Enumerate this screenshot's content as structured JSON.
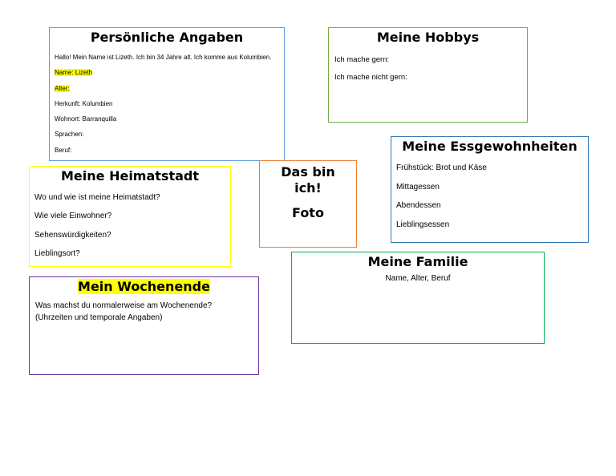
{
  "personal": {
    "title": "Persönliche Angaben",
    "intro": "Hallo! Mein Name ist Lizeth. Ich bin 34 Jahre alt. Ich komme aus Kolumbien.",
    "name": "Name: Lizeth",
    "alter": "Alter:",
    "herkunft": "Herkunft: Kolumbien",
    "wohnort": "Wohnort: Barranquilla",
    "sprachen": "Sprachen:",
    "beruf": "Beruf:"
  },
  "hobbys": {
    "title": "Meine Hobbys",
    "line1": "Ich mache gern:",
    "line2": "Ich mache nicht gern:"
  },
  "essen": {
    "title": "Meine Essgewohnheiten",
    "items": [
      "Frühstück: Brot und Käse",
      "Mittagessen",
      "Abendessen",
      "Lieblingsessen"
    ]
  },
  "foto": {
    "line1": "Das bin",
    "line2": "ich!",
    "line3": "Foto"
  },
  "heimat": {
    "title": "Meine Heimatstadt",
    "items": [
      "Wo und wie ist meine Heimatstadt?",
      "Wie viele Einwohner?",
      "Sehenswürdigkeiten?",
      "Lieblingsort?"
    ]
  },
  "familie": {
    "title": "Meine Familie",
    "subtitle": "Name, Alter, Beruf"
  },
  "wochenende": {
    "title": "Mein Wochenende",
    "line1": "Was machst du normalerweise am Wochenende?",
    "line2": "(Uhrzeiten und temporale Angaben)"
  }
}
